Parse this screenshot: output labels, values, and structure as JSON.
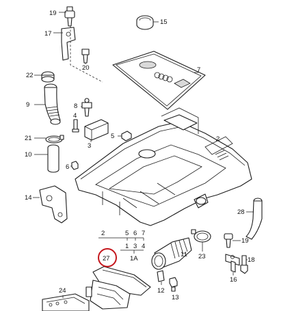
{
  "callouts": {
    "p19a": "19",
    "p17": "17",
    "p20": "20",
    "p15": "15",
    "p7": "7",
    "p22": "22",
    "p9": "9",
    "p8": "8",
    "p4": "4",
    "p3": "3",
    "p5": "5",
    "p21": "21",
    "p10": "10",
    "p6": "6",
    "p2a": "2",
    "p14": "14",
    "p28": "28",
    "p19b": "19",
    "p18": "18",
    "p16": "16",
    "p23": "23",
    "p11": "11",
    "p12": "12",
    "p13": "13",
    "p24": "24",
    "p27": "27"
  },
  "group": {
    "row1": "2",
    "row2": [
      "5",
      "6",
      "7"
    ],
    "row3": [
      "1",
      "3",
      "4"
    ],
    "row4": "1A"
  },
  "highlight_color": "#c4161c"
}
